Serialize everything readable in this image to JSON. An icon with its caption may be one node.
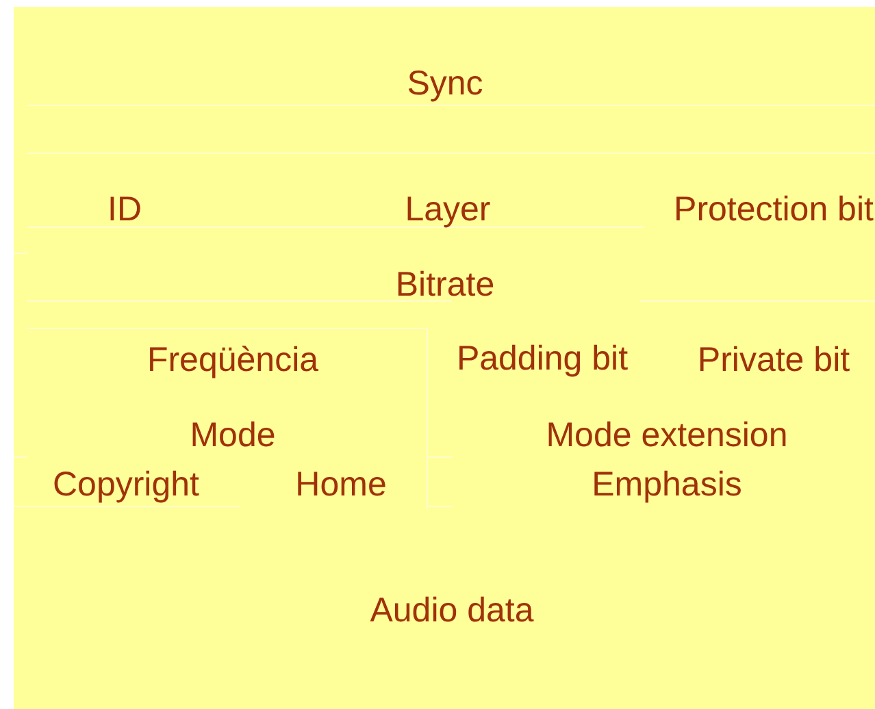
{
  "diagram": {
    "labels": [
      "Sync",
      "ID",
      "Layer",
      "Protection bit",
      "Bitrate",
      "Freqüència",
      "Padding bit",
      "Private bit",
      "Mode",
      "Mode extension",
      "Copyright",
      "Home",
      "Emphasis",
      "Audio data"
    ]
  }
}
